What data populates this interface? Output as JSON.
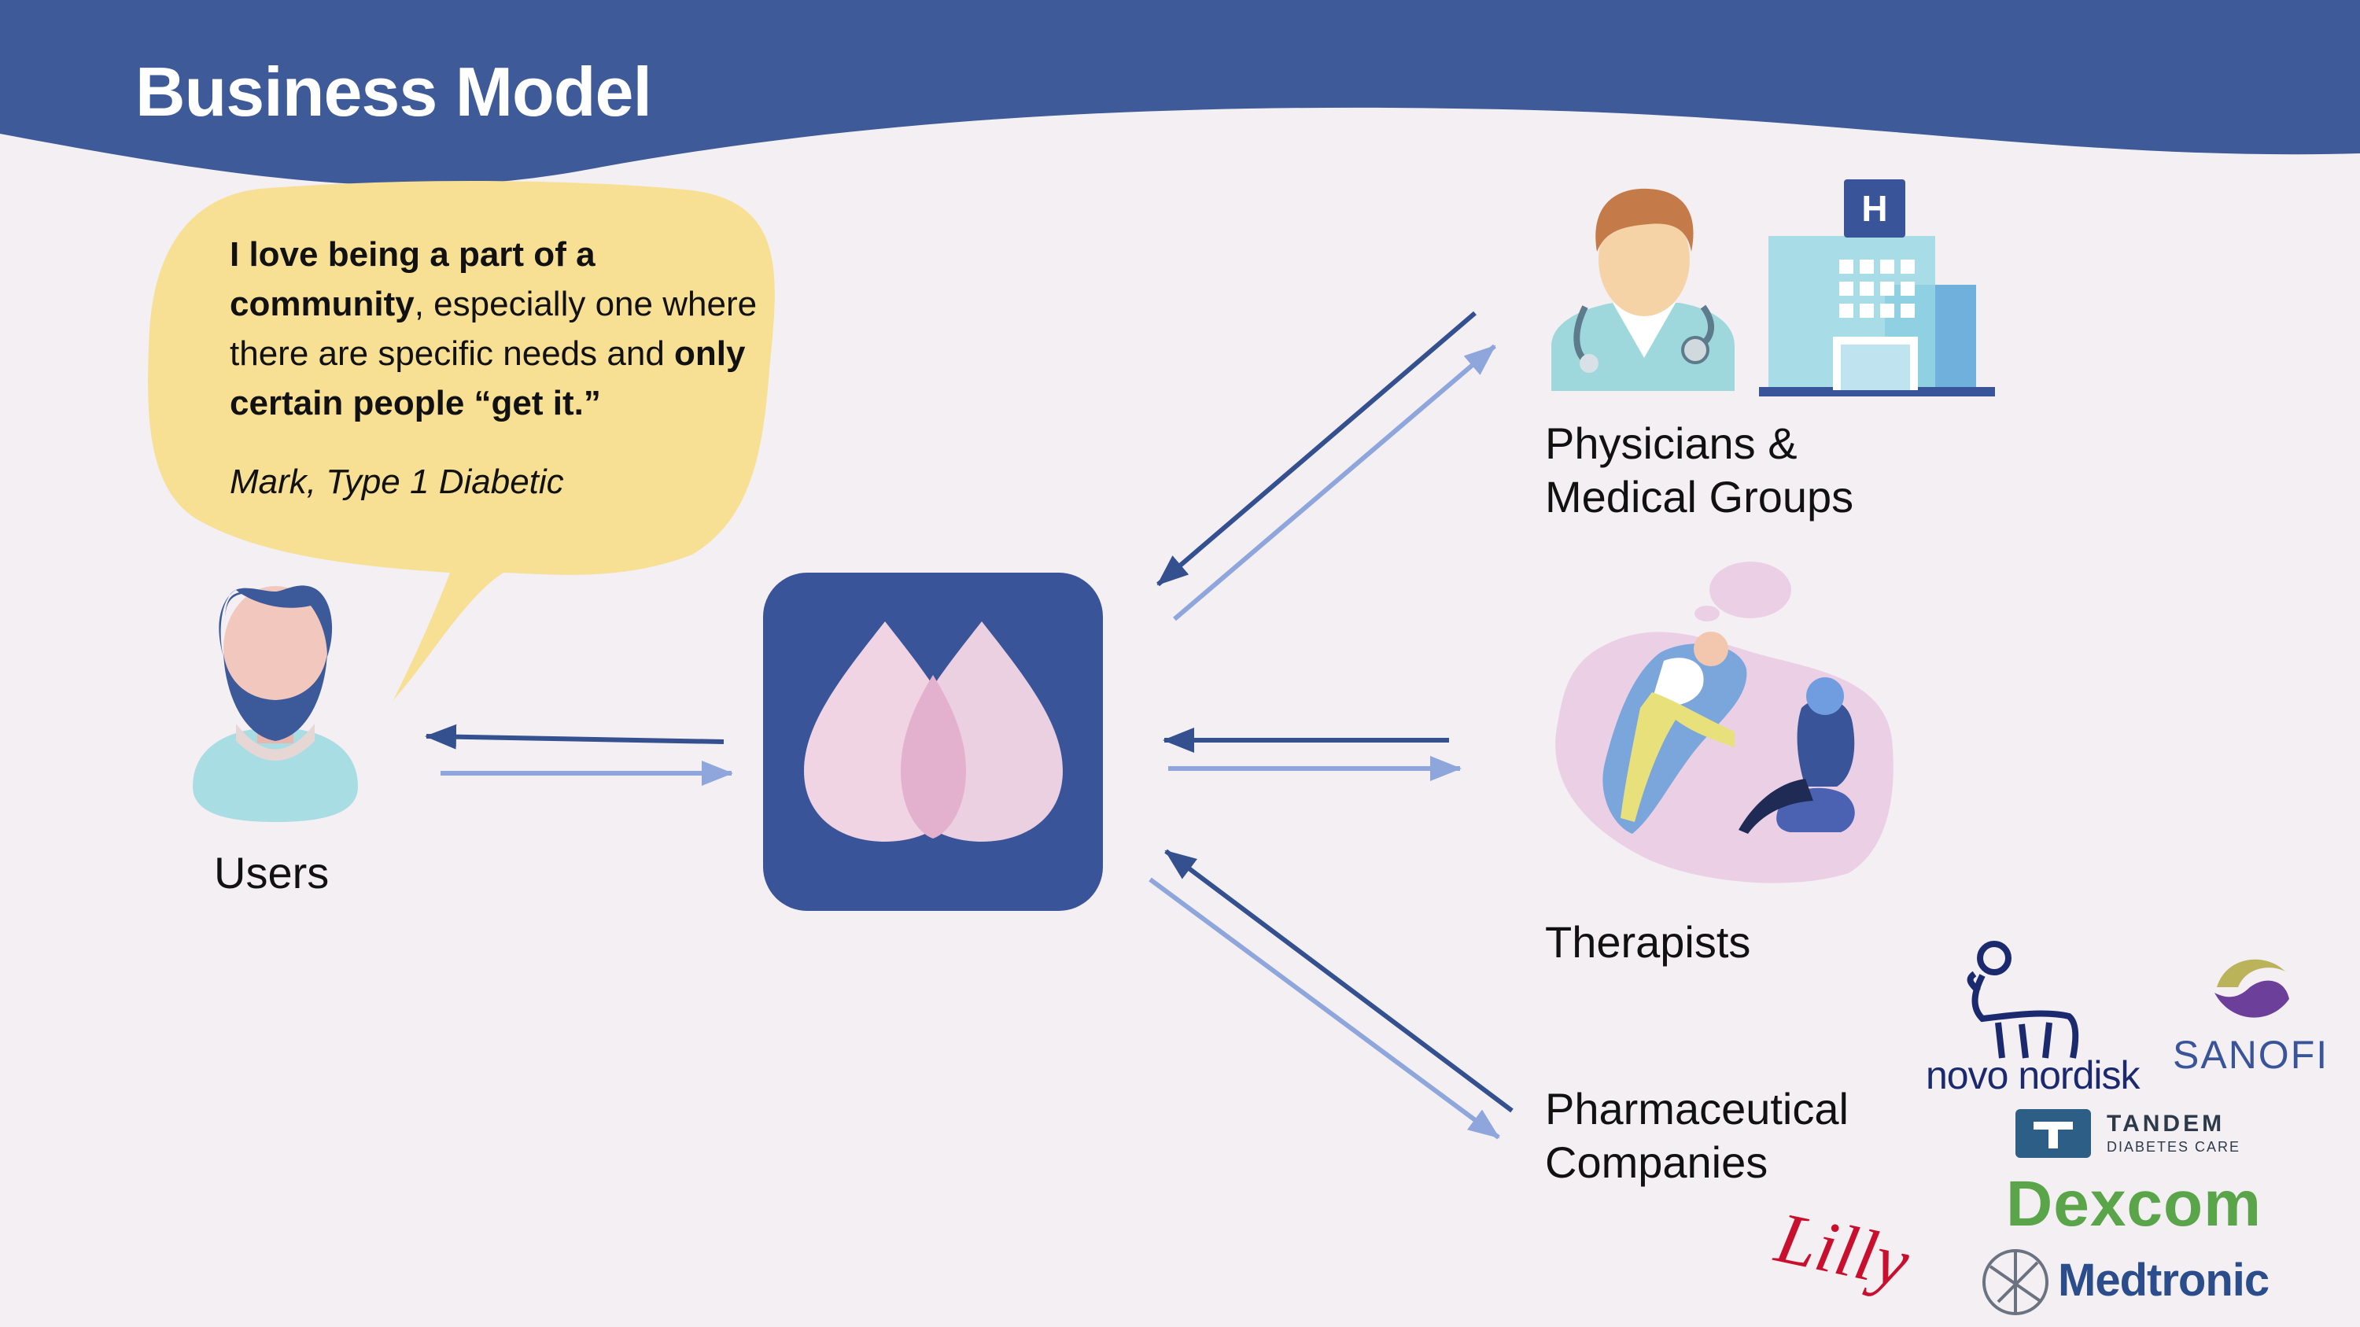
{
  "slide": {
    "title": "Business Model"
  },
  "quote": {
    "p1": "I love being a part of a",
    "p2_bold": "community",
    "p2_rest": ", especially one where",
    "p3_pre": "there are specific needs and ",
    "p3_bold": "only",
    "p4_bold": "certain people “get it.”",
    "attribution": "Mark, Type 1 Diabetic"
  },
  "nodes": {
    "users": "Users",
    "physicians_line1": "Physicians &",
    "physicians_line2": "Medical Groups",
    "therapists": "Therapists",
    "pharma_line1": "Pharmaceutical",
    "pharma_line2": "Companies"
  },
  "logos": {
    "novo": "novo nordisk",
    "sanofi": "SANOFI",
    "tandem": "TANDEM",
    "tandem_sub": "DIABETES CARE",
    "dexcom": "Dexcom",
    "lilly": "Lilly",
    "medtronic": "Medtronic"
  },
  "icons": {
    "app": "drop-logo-icon",
    "hospital_letter": "H"
  },
  "colors": {
    "header": "#3e5a98",
    "arrow_dark": "#34508f",
    "arrow_light": "#8ea6dc",
    "bubble": "#f7e094",
    "app_bg": "#3a549a",
    "drop": "#f0d4e4"
  }
}
